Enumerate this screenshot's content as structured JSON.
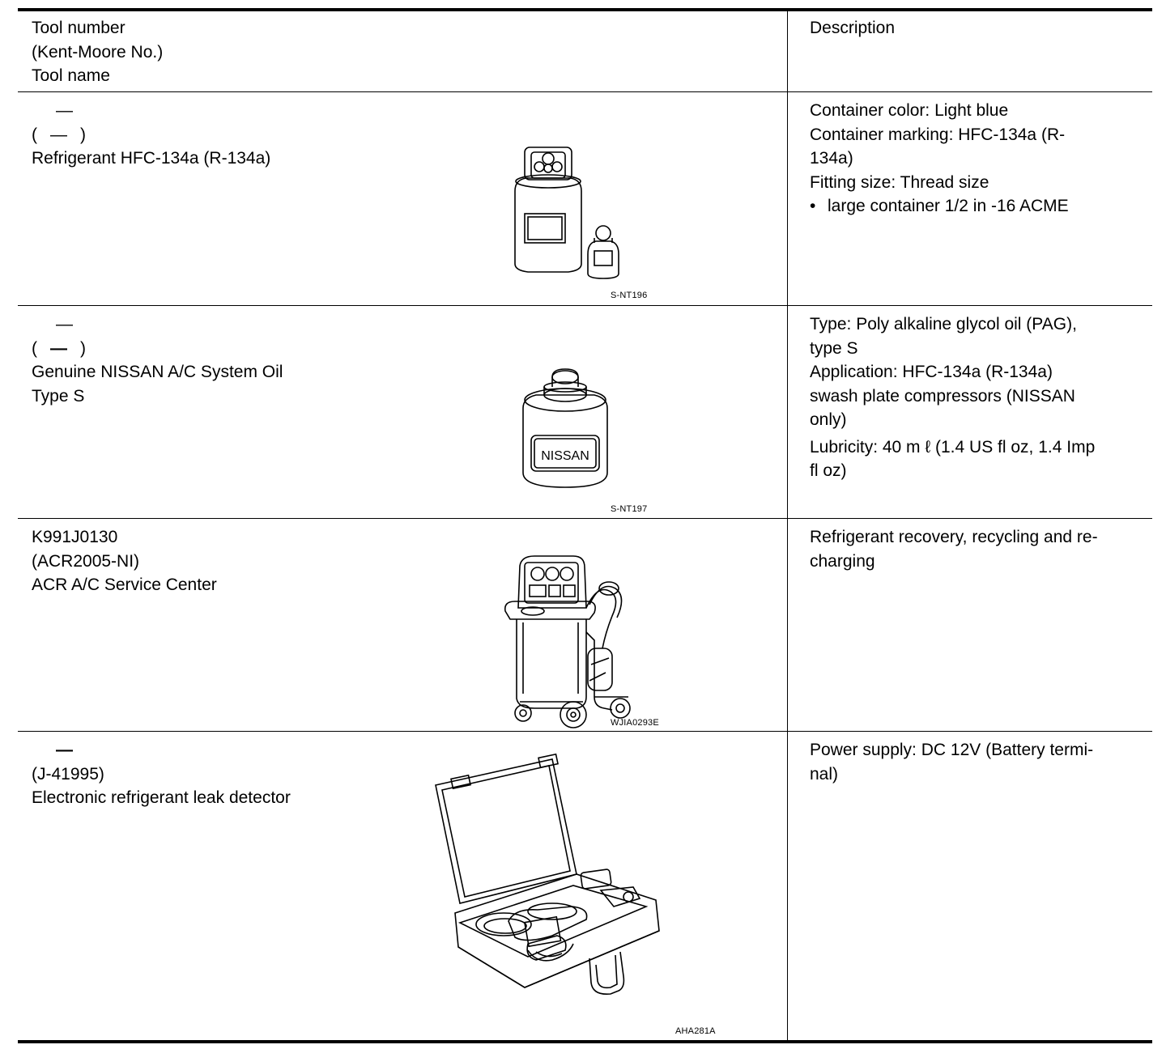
{
  "header": {
    "tool_lines": [
      "Tool number",
      "(Kent-Moore No.)",
      "Tool name"
    ],
    "description_label": "Description"
  },
  "rows": [
    {
      "tool_number": "—",
      "kent_moore_open": "(",
      "kent_moore_value": "—",
      "kent_moore_close": ")",
      "tool_name_lines": [
        "Refrigerant HFC-134a (R-134a)"
      ],
      "figure_code": "S-NT196",
      "description_lines": [
        "Container color: Light blue",
        "Container marking: HFC-134a (R-",
        "134a)",
        "Fitting size: Thread size"
      ],
      "bullets": [
        "large container 1/2 in -16 ACME"
      ]
    },
    {
      "tool_number": "—",
      "kent_moore_open": "(",
      "kent_moore_value": "—",
      "kent_moore_close": ")",
      "tool_name_lines": [
        "Genuine NISSAN A/C System Oil",
        "Type S"
      ],
      "figure_code": "S-NT197",
      "figure_label": "NISSAN",
      "description_lines": [
        "Type: Poly alkaline glycol oil (PAG),",
        "type S",
        "Application: HFC-134a (R-134a)",
        "swash plate compressors (NISSAN",
        "only)"
      ],
      "description_lines_2": [
        "Lubricity: 40 m ℓ (1.4 US fl oz, 1.4 Imp",
        "fl oz)"
      ]
    },
    {
      "tool_number": "K991J0130",
      "kent_moore": "(ACR2005-NI)",
      "tool_name_lines": [
        "ACR A/C Service Center"
      ],
      "figure_code": "WJIA0293E",
      "description_lines": [
        "Refrigerant recovery, recycling and re-",
        "charging"
      ]
    },
    {
      "tool_number": "—",
      "kent_moore": "(J-41995)",
      "tool_name_lines": [
        "Electronic refrigerant leak detector"
      ],
      "figure_code": "AHA281A",
      "description_lines": [
        "Power supply: DC 12V (Battery termi-",
        "nal)"
      ]
    }
  ]
}
